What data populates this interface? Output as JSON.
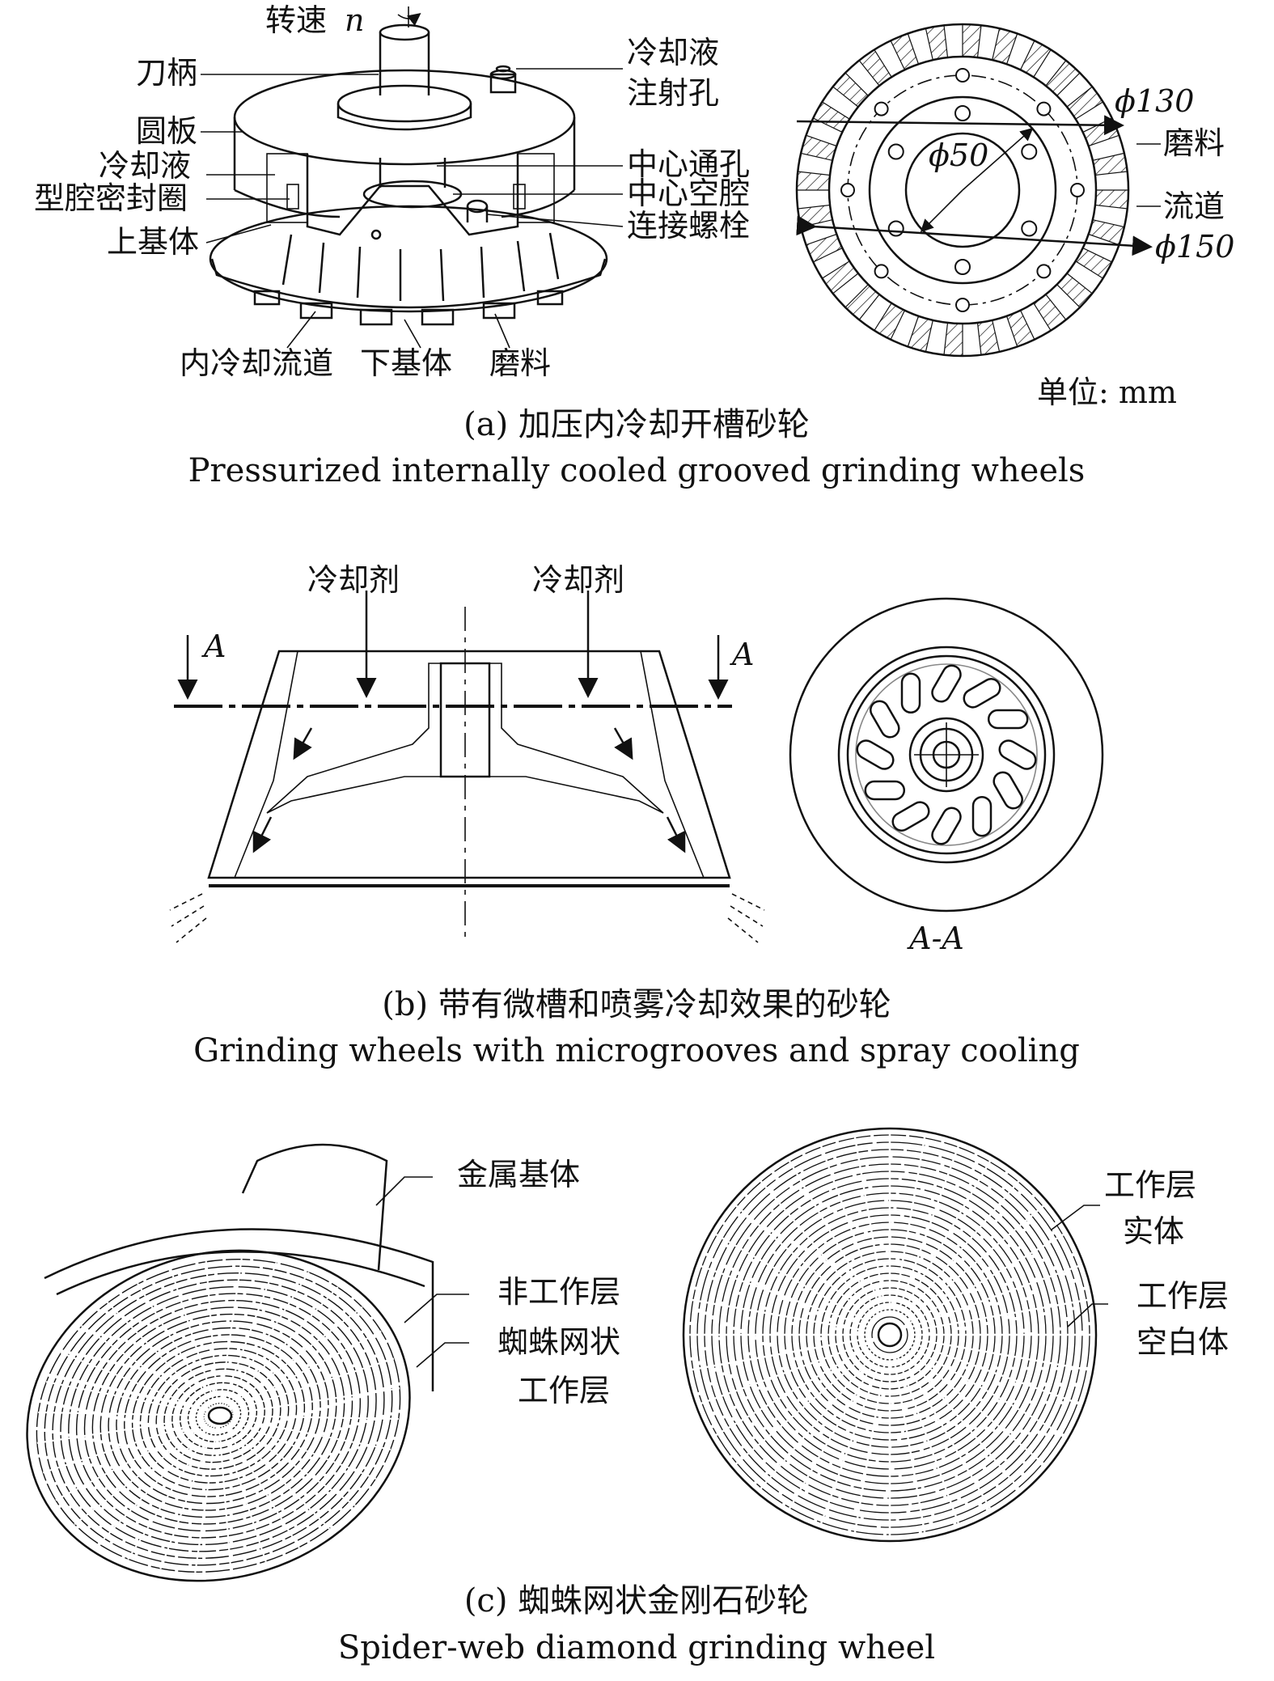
{
  "panel_a": {
    "labels": {
      "speed": "转速",
      "speed_symbol": "n",
      "handle": "刀柄",
      "plate": "圆板",
      "coolant": "冷却液",
      "seal": "型腔密封圈",
      "upper_base": "上基体",
      "inlet_1": "冷却液",
      "inlet_2": "注射孔",
      "center_hole": "中心通孔",
      "center_cavity": "中心空腔",
      "bolt": "连接螺栓",
      "inner_channel": "内冷却流道",
      "lower_base": "下基体",
      "abrasive": "磨料",
      "dim_130": "ϕ130",
      "dim_50": "ϕ50",
      "dim_150": "ϕ150",
      "abrasive_r": "磨料",
      "channel_r": "流道",
      "unit": "单位: mm"
    },
    "caption_cn": "(a) 加压内冷却开槽砂轮",
    "caption_en": "Pressurized internally cooled grooved grinding wheels"
  },
  "panel_b": {
    "labels": {
      "coolant_left": "冷却剂",
      "coolant_right": "冷却剂",
      "section_left": "A",
      "section_right": "A",
      "section_view": "A-A"
    },
    "caption_cn": "(b) 带有微槽和喷雾冷却效果的砂轮",
    "caption_en": "Grinding wheels with microgrooves and spray cooling"
  },
  "panel_c": {
    "labels": {
      "metal_base": "金属基体",
      "non_working": "非工作层",
      "spider_1": "蜘蛛网状",
      "spider_2": "工作层",
      "work_solid_1": "工作层",
      "work_solid_2": "实体",
      "work_blank_1": "工作层",
      "work_blank_2": "空白体"
    },
    "caption_cn": "(c) 蜘蛛网状金刚石砂轮",
    "caption_en": "Spider-web diamond grinding wheel"
  }
}
